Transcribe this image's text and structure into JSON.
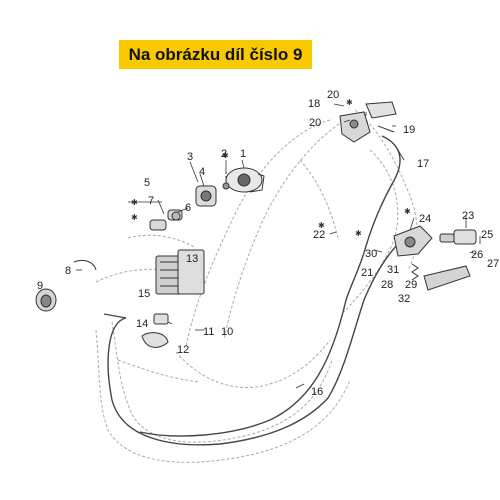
{
  "banner": {
    "text": "Na obrázku díl číslo 9",
    "background": "#f9c900"
  },
  "part_numbers": [
    {
      "id": "1",
      "text": "1"
    },
    {
      "id": "2",
      "text": "2"
    },
    {
      "id": "3",
      "text": "3"
    },
    {
      "id": "4",
      "text": "4"
    },
    {
      "id": "5",
      "text": "5"
    },
    {
      "id": "6",
      "text": "6"
    },
    {
      "id": "7",
      "text": "7"
    },
    {
      "id": "8",
      "text": "8"
    },
    {
      "id": "9",
      "text": "9"
    },
    {
      "id": "10",
      "text": "10"
    },
    {
      "id": "11",
      "text": "11"
    },
    {
      "id": "12",
      "text": "12"
    },
    {
      "id": "13",
      "text": "13"
    },
    {
      "id": "14",
      "text": "14"
    },
    {
      "id": "15",
      "text": "15"
    },
    {
      "id": "16",
      "text": "16"
    },
    {
      "id": "17",
      "text": "17"
    },
    {
      "id": "18",
      "text": "18"
    },
    {
      "id": "19",
      "text": "19"
    },
    {
      "id": "20a",
      "text": "20"
    },
    {
      "id": "20b",
      "text": "20"
    },
    {
      "id": "21",
      "text": "21"
    },
    {
      "id": "22",
      "text": "22"
    },
    {
      "id": "23",
      "text": "23"
    },
    {
      "id": "24",
      "text": "24"
    },
    {
      "id": "25",
      "text": "25"
    },
    {
      "id": "26",
      "text": "26"
    },
    {
      "id": "27",
      "text": "27"
    },
    {
      "id": "28",
      "text": "28"
    },
    {
      "id": "29",
      "text": "29"
    },
    {
      "id": "30",
      "text": "30"
    },
    {
      "id": "31",
      "text": "31"
    },
    {
      "id": "32",
      "text": "32"
    }
  ]
}
